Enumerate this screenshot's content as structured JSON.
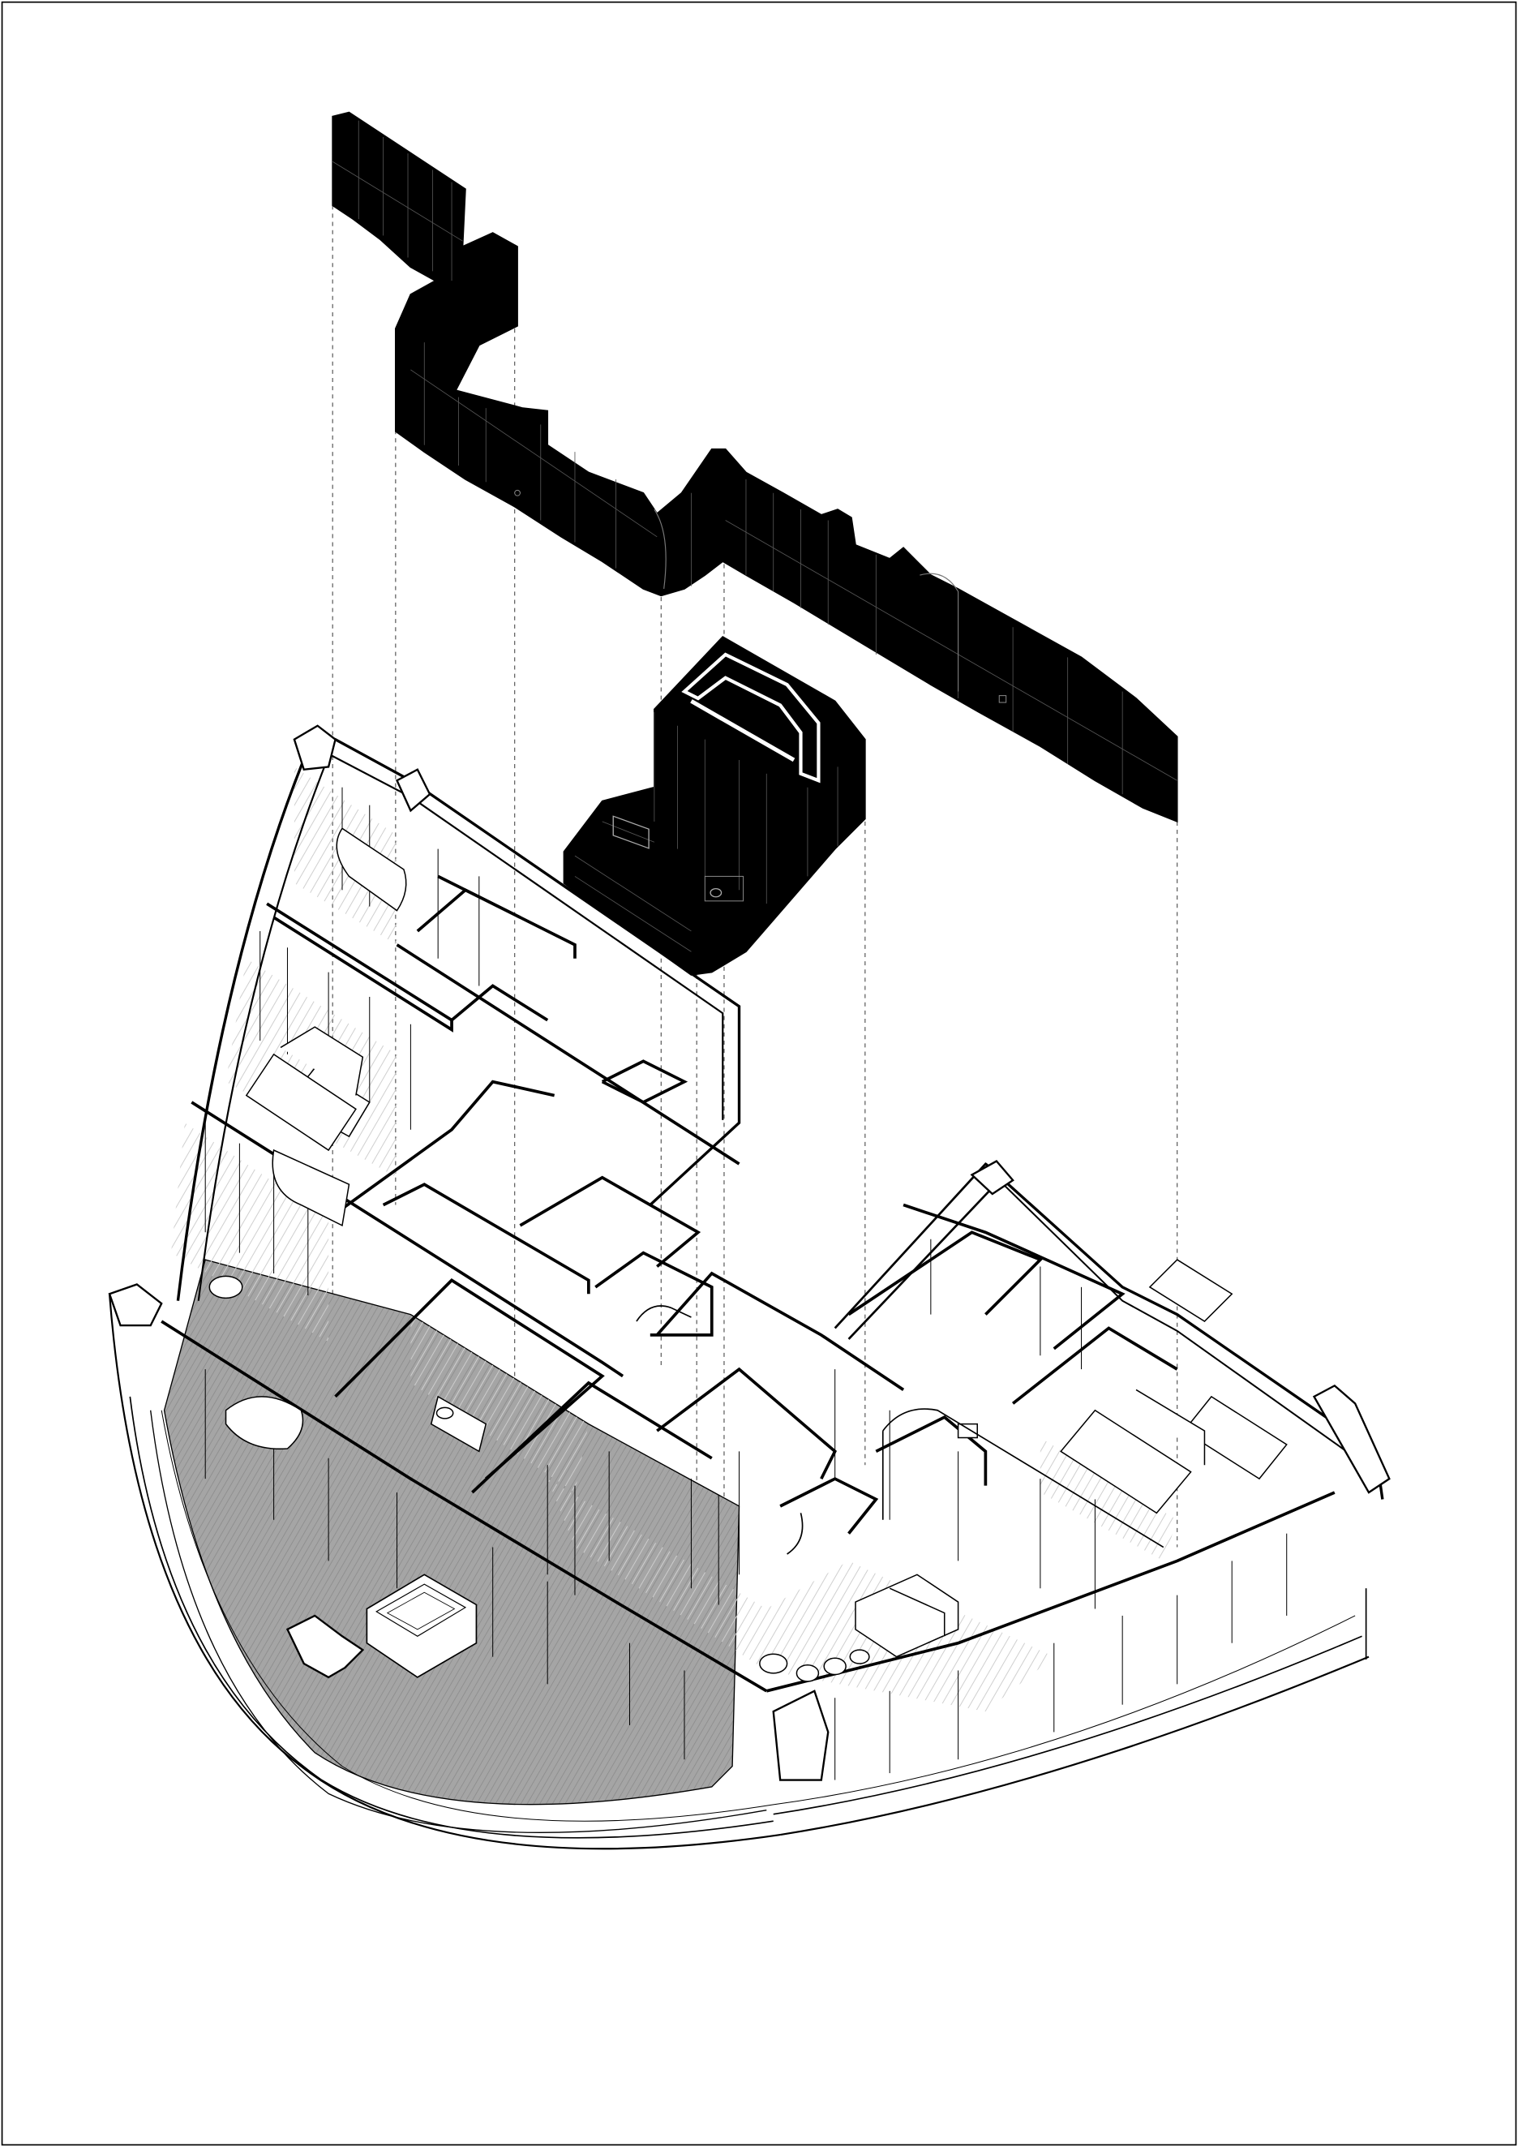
{
  "drawing": {
    "kind": "exploded axonometric floor plan",
    "text_labels": [],
    "components": [
      {
        "id": "joinery-wall-block",
        "fill": "black"
      },
      {
        "id": "bathroom-core-block",
        "fill": "black"
      },
      {
        "id": "apartment-floor-plate",
        "fill": "white-line"
      }
    ]
  },
  "colors": {
    "ink": "#000000",
    "paper": "#ffffff",
    "terrace": "#9a9a9a",
    "floor_hatch": "#d6d6d6"
  }
}
